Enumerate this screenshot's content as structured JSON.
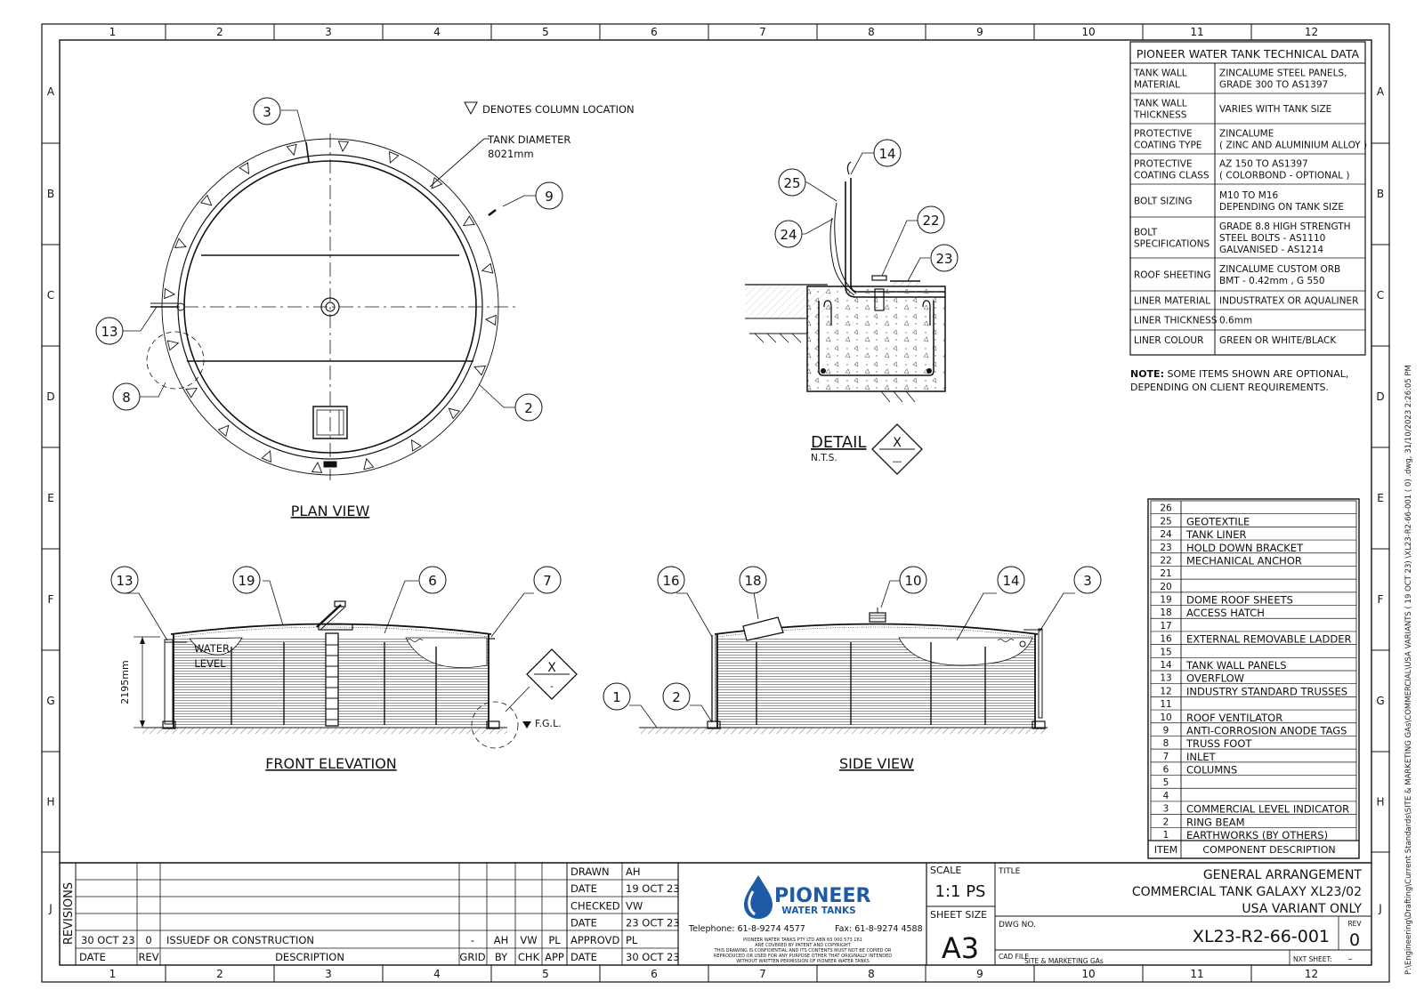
{
  "grid": {
    "cols": [
      "1",
      "2",
      "3",
      "4",
      "5",
      "6",
      "7",
      "8",
      "9",
      "10",
      "11",
      "12"
    ],
    "rows": [
      "A",
      "B",
      "C",
      "D",
      "E",
      "F",
      "G",
      "H",
      "J"
    ]
  },
  "tech": {
    "title": "PIONEER WATER TANK TECHNICAL DATA",
    "rows": [
      {
        "k": [
          "TANK WALL",
          "MATERIAL"
        ],
        "v": [
          "ZINCALUME STEEL PANELS,",
          "GRADE 300  TO AS1397"
        ]
      },
      {
        "k": [
          "TANK WALL",
          "THICKNESS"
        ],
        "v": [
          "VARIES WITH TANK SIZE"
        ]
      },
      {
        "k": [
          "PROTECTIVE",
          "COATING TYPE"
        ],
        "v": [
          "ZINCALUME",
          "( ZINC AND ALUMINIUM ALLOY )"
        ]
      },
      {
        "k": [
          "PROTECTIVE",
          "COATING CLASS"
        ],
        "v": [
          "AZ 150 TO AS1397",
          "( COLORBOND - OPTIONAL )"
        ]
      },
      {
        "k": [
          "BOLT SIZING"
        ],
        "v": [
          "M10 TO M16",
          "DEPENDING ON TANK SIZE"
        ]
      },
      {
        "k": [
          "BOLT",
          "SPECIFICATIONS"
        ],
        "v": [
          "GRADE 8.8 HIGH STRENGTH",
          "STEEL BOLTS - AS1110",
          "GALVANISED - AS1214"
        ]
      },
      {
        "k": [
          "ROOF SHEETING"
        ],
        "v": [
          "ZINCALUME CUSTOM ORB",
          "BMT - 0.42mm , G 550"
        ]
      },
      {
        "k": [
          "LINER MATERIAL"
        ],
        "v": [
          "INDUSTRATEX OR AQUALINER"
        ]
      },
      {
        "k": [
          "LINER THICKNESS"
        ],
        "v": [
          "0.6mm"
        ]
      },
      {
        "k": [
          "LINER COLOUR"
        ],
        "v": [
          "GREEN OR WHITE/BLACK"
        ]
      }
    ]
  },
  "note": {
    "label": "NOTE:",
    "lines": [
      " SOME ITEMS SHOWN ARE OPTIONAL,",
      "DEPENDING ON CLIENT REQUIREMENTS."
    ]
  },
  "legend": {
    "col_item": "ITEM",
    "col_desc": "COMPONENT DESCRIPTION",
    "items": [
      {
        "n": "26",
        "d": ""
      },
      {
        "n": "25",
        "d": "GEOTEXTILE"
      },
      {
        "n": "24",
        "d": "TANK LINER"
      },
      {
        "n": "23",
        "d": "HOLD DOWN BRACKET"
      },
      {
        "n": "22",
        "d": "MECHANICAL ANCHOR"
      },
      {
        "n": "21",
        "d": ""
      },
      {
        "n": "20",
        "d": ""
      },
      {
        "n": "19",
        "d": "DOME ROOF SHEETS"
      },
      {
        "n": "18",
        "d": "ACCESS HATCH"
      },
      {
        "n": "17",
        "d": ""
      },
      {
        "n": "16",
        "d": "EXTERNAL REMOVABLE LADDER"
      },
      {
        "n": "15",
        "d": ""
      },
      {
        "n": "14",
        "d": "TANK WALL PANELS"
      },
      {
        "n": "13",
        "d": "OVERFLOW"
      },
      {
        "n": "12",
        "d": "INDUSTRY STANDARD TRUSSES"
      },
      {
        "n": "11",
        "d": ""
      },
      {
        "n": "10",
        "d": "ROOF VENTILATOR"
      },
      {
        "n": "9",
        "d": "ANTI-CORROSION ANODE TAGS"
      },
      {
        "n": "8",
        "d": "TRUSS FOOT"
      },
      {
        "n": "7",
        "d": "INLET"
      },
      {
        "n": "6",
        "d": "COLUMNS"
      },
      {
        "n": "5",
        "d": ""
      },
      {
        "n": "4",
        "d": ""
      },
      {
        "n": "3",
        "d": "COMMERCIAL LEVEL INDICATOR"
      },
      {
        "n": "2",
        "d": "RING BEAM"
      },
      {
        "n": "1",
        "d": "EARTHWORKS (BY OTHERS)"
      }
    ]
  },
  "views": {
    "plan": {
      "label": "PLAN VIEW",
      "column_note": "DENOTES COLUMN LOCATION",
      "diameter_label": "TANK DIAMETER",
      "diameter_value": "8021mm",
      "callouts": [
        "3",
        "9",
        "13",
        "8",
        "2"
      ]
    },
    "detail": {
      "label": "DETAIL",
      "nts": "N.T.S.",
      "marker_top": "X",
      "marker_bottom": "—",
      "callouts": [
        "14",
        "25",
        "24",
        "22",
        "23"
      ]
    },
    "front": {
      "label": "FRONT ELEVATION",
      "height": "2195mm",
      "water_level": [
        "WATER",
        "LEVEL"
      ],
      "fgl": "F.G.L.",
      "marker_top": "X",
      "marker_bottom": "-",
      "callouts": [
        "13",
        "19",
        "6",
        "7"
      ]
    },
    "side": {
      "label": "SIDE VIEW",
      "callouts": [
        "16",
        "18",
        "10",
        "14",
        "3",
        "1",
        "2"
      ]
    }
  },
  "revisions": {
    "label": "REVISIONS",
    "row": {
      "date": "30 OCT 23",
      "rev": "0",
      "desc": "ISSUEDF OR CONSTRUCTION",
      "grid": "-",
      "by": "AH",
      "chk": "VW",
      "app": "PL"
    },
    "headers": {
      "date": "DATE",
      "rev": "REV",
      "desc": "DESCRIPTION",
      "grid": "GRID",
      "by": "BY",
      "chk": "CHK",
      "app": "APP"
    }
  },
  "approvals": [
    {
      "k": "DRAWN",
      "v": "AH"
    },
    {
      "k": "DATE",
      "v": "19 OCT 23"
    },
    {
      "k": "CHECKED",
      "v": "VW"
    },
    {
      "k": "DATE",
      "v": "23 OCT 23"
    },
    {
      "k": "APPROVD",
      "v": "PL"
    },
    {
      "k": "DATE",
      "v": "30 OCT 23"
    }
  ],
  "company": {
    "name": "PIONEER",
    "sub": "WATER TANKS",
    "phone": "Telephone: 61-8-9274 4577",
    "fax": "Fax: 61-8-9274 4588",
    "fine": [
      "PIONEER WATER TANKS PTY LTD    ABN 65 000 573 161",
      "ARE COVERED BY PATENT AND COPYRIGHT",
      "THIS DRAWING IS CONFIDENTIAL AND ITS CONTENTS MUST NOT BE COPIED OR",
      "REPRODUCED OR USED FOR ANY PURPOSE OTHER THAT ORIGINALLY INTENDED",
      "WITHOUT WRITTEN PERMISSION OF PIONEER WATER TANKS"
    ],
    "brand_color": "#1f5aa6"
  },
  "scale": {
    "label": "SCALE",
    "value": "1:1 PS"
  },
  "sheet_size": {
    "label": "SHEET SIZE",
    "value": "A3"
  },
  "title_block": {
    "label": "TITLE",
    "lines": [
      "GENERAL ARRANGEMENT",
      "COMMERCIAL TANK GALAXY XL23/02",
      "USA VARIANT ONLY"
    ]
  },
  "dwg": {
    "label": "DWG NO.",
    "value": "XL23-R2-66-001",
    "rev_label": "REV",
    "rev": "0"
  },
  "cad": {
    "label": "CAD FILE",
    "value": "SITE & MARKETING GAs",
    "nxt_label": "NXT SHEET:",
    "nxt": "–"
  },
  "side_path": "P:\\Engineering\\Drafting\\Current Standards\\SITE & MARKETING GAs\\COMMERCIAL\\USA VARIANTS  ( 19 OCT 23)  \\XL23-R2-66-001 ( 0)  .dwg, 31/10/2023 2:26:05 PM"
}
